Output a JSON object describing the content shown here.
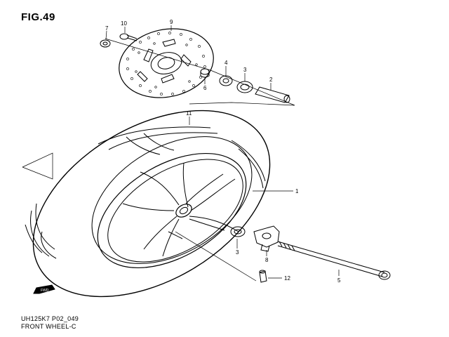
{
  "figure": {
    "title": "FIG.49"
  },
  "caption": {
    "line1": "UH125K7 P02_049",
    "line2": "FRONT WHEEL-C"
  },
  "fwd_label": "FWD",
  "callouts": [
    {
      "id": "c1",
      "text": "1"
    },
    {
      "id": "c2",
      "text": "2"
    },
    {
      "id": "c3a",
      "text": "3"
    },
    {
      "id": "c3b",
      "text": "3"
    },
    {
      "id": "c4",
      "text": "4"
    },
    {
      "id": "c5",
      "text": "5"
    },
    {
      "id": "c6",
      "text": "6"
    },
    {
      "id": "c7",
      "text": "7"
    },
    {
      "id": "c8",
      "text": "8"
    },
    {
      "id": "c9",
      "text": "9"
    },
    {
      "id": "c10",
      "text": "10"
    },
    {
      "id": "c11",
      "text": "11"
    },
    {
      "id": "c12",
      "text": "12"
    }
  ]
}
